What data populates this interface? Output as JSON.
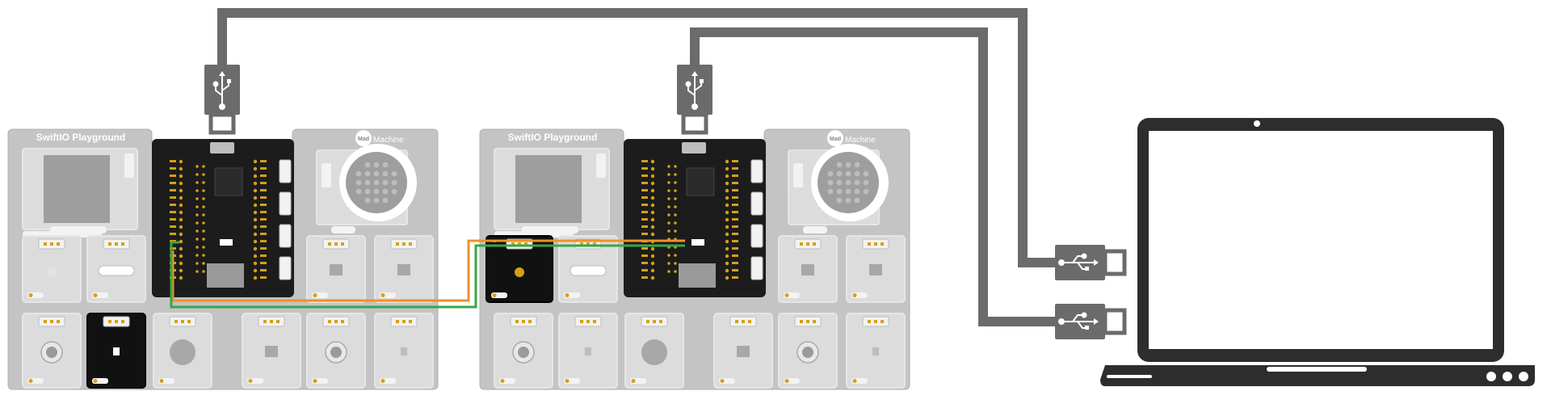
{
  "colors": {
    "cable": "#6b6b6b",
    "board_gray": "#c4c4c4",
    "board_edge": "#b0b0b0",
    "module": "#dcdcdc",
    "connector": "#f2f2f2",
    "mcu": "#1c1c1c",
    "pin_gold": "#d4a017",
    "laptop": "#2d2d2d",
    "wire_orange": "#f0902a",
    "wire_green": "#35a845",
    "highlight_module": "#111111"
  },
  "playground_a": {
    "title": "SwiftIO Playground",
    "brand_badge": "Mad",
    "brand_text": "Machine"
  },
  "playground_b": {
    "title": "SwiftIO Playground",
    "brand_badge": "Mad",
    "brand_text": "Machine"
  },
  "icons": {
    "usb_plug": "usb-symbol-icon",
    "laptop": "laptop-icon",
    "speaker": "speaker-icon",
    "button": "push-button-icon",
    "led": "led-icon"
  }
}
